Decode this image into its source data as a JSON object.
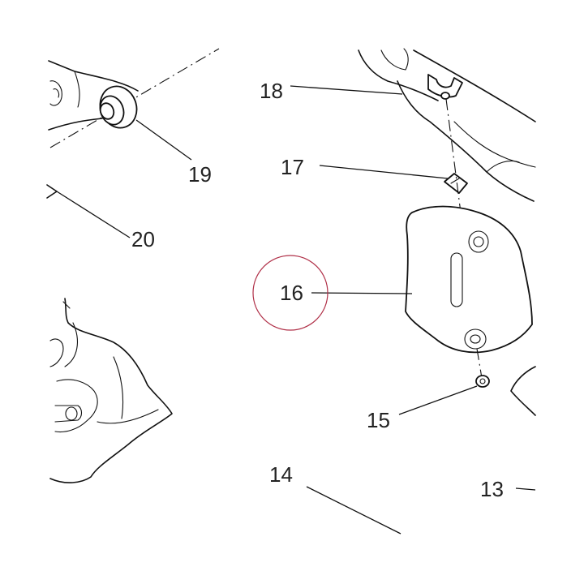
{
  "callouts": {
    "c13": "13",
    "c14": "14",
    "c15": "15",
    "c16": "16",
    "c17": "17",
    "c18": "18",
    "c19": "19",
    "c20": "20"
  },
  "colors": {
    "highlight_circle": "#b03048",
    "line": "#111111",
    "background": "#ffffff"
  },
  "highlighted_callout": "16"
}
